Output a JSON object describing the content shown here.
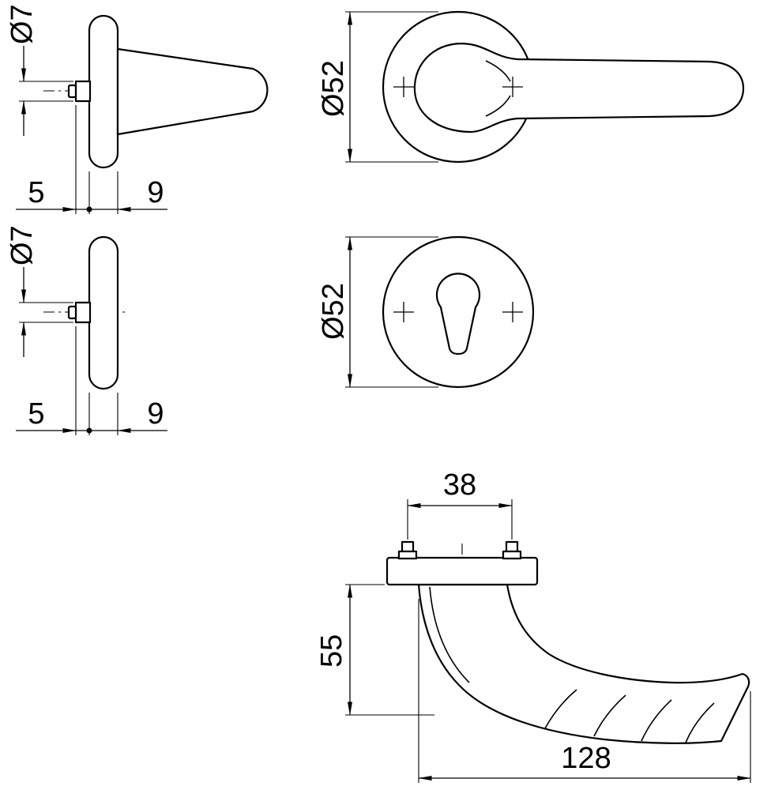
{
  "drawing": {
    "background": "#ffffff",
    "line_color": "#000000",
    "views": {
      "lever_rose_side": {
        "spindle_dia": "Ø7",
        "inset": "5",
        "thickness": "9"
      },
      "lever_front": {
        "rose_dia": "Ø52"
      },
      "key_rose_side": {
        "spindle_dia": "Ø7",
        "inset": "5",
        "thickness": "9"
      },
      "key_rose_front": {
        "rose_dia": "Ø52"
      },
      "lever_profile": {
        "screw_spacing": "38",
        "projection": "55",
        "length": "128"
      }
    }
  }
}
